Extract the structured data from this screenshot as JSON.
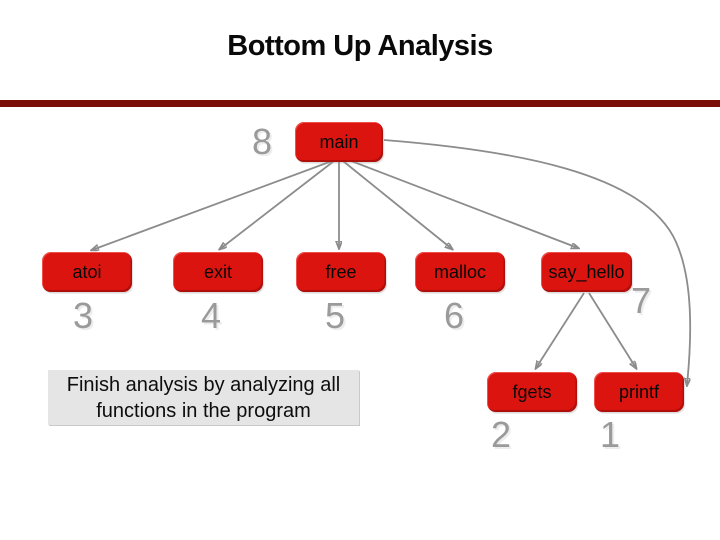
{
  "slide": {
    "title": "Bottom Up Analysis"
  },
  "note": {
    "line1": "Finish analysis by analyzing all",
    "line2": "functions in the program"
  },
  "graph": {
    "type": "call-graph",
    "nodes": {
      "main": {
        "label": "main",
        "order": "8"
      },
      "atoi": {
        "label": "atoi",
        "order": "3"
      },
      "exit": {
        "label": "exit",
        "order": "4"
      },
      "free": {
        "label": "free",
        "order": "5"
      },
      "malloc": {
        "label": "malloc",
        "order": "6"
      },
      "say_hello": {
        "label": "say_hello",
        "order": "7"
      },
      "fgets": {
        "label": "fgets",
        "order": "2"
      },
      "printf": {
        "label": "printf",
        "order": "1"
      }
    },
    "edges": [
      {
        "from": "main",
        "to": "atoi"
      },
      {
        "from": "main",
        "to": "exit"
      },
      {
        "from": "main",
        "to": "free"
      },
      {
        "from": "main",
        "to": "malloc"
      },
      {
        "from": "main",
        "to": "say_hello"
      },
      {
        "from": "main",
        "to": "printf"
      },
      {
        "from": "say_hello",
        "to": "fgets"
      },
      {
        "from": "say_hello",
        "to": "printf"
      }
    ]
  },
  "colors": {
    "node_fill": "#dc1410",
    "edge": "#8c8c8c",
    "number": "#9a9a9a",
    "divider": "#7b0f08",
    "note_bg": "#e5e5e5"
  }
}
